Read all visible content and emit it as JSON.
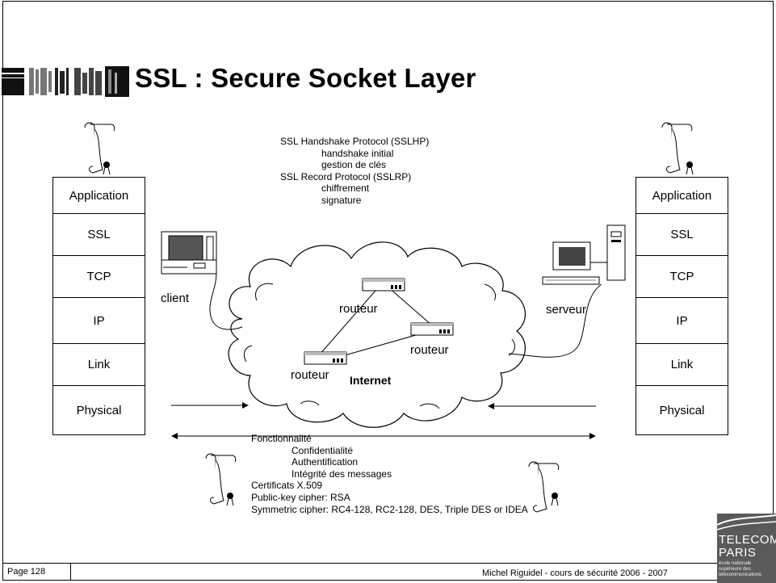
{
  "slide": {
    "title": "SSL : Secure Socket Layer"
  },
  "left_stack": {
    "layers": [
      "Application",
      "SSL",
      "TCP",
      "IP",
      "Link",
      "Physical"
    ]
  },
  "right_stack": {
    "layers": [
      "Application",
      "SSL",
      "TCP",
      "IP",
      "Link",
      "Physical"
    ]
  },
  "protocols": {
    "line1": "SSL Handshake Protocol (SSLHP)",
    "line2": "handshake initial",
    "line3": "gestion de clés",
    "line4": "SSL Record Protocol (SSLRP)",
    "line5": "chiffrement",
    "line6": "signature"
  },
  "network": {
    "client_label": "client",
    "server_label": "serveur",
    "router1": "routeur",
    "router2": "routeur",
    "router3": "routeur",
    "internet_label": "Internet"
  },
  "features": {
    "heading": "Fonctionnalité",
    "item1": "Confidentialité",
    "item2": "Authentification",
    "item3": "Intégrité des messages",
    "cert": "Certificats X.509",
    "pubkey": "Public-key cipher: RSA",
    "symmetric": "Symmetric cipher: RC4-128, RC2-128, DES, Triple DES or IDEA"
  },
  "footer": {
    "page": "Page 128",
    "author": "Michel Riguidel - cours de sécurité 2006 - 2007"
  },
  "logo": {
    "line1": "TELECOM",
    "line2": "PARIS",
    "line3": "école nationale",
    "line4": "supérieure des",
    "line5": "télécommunications"
  }
}
